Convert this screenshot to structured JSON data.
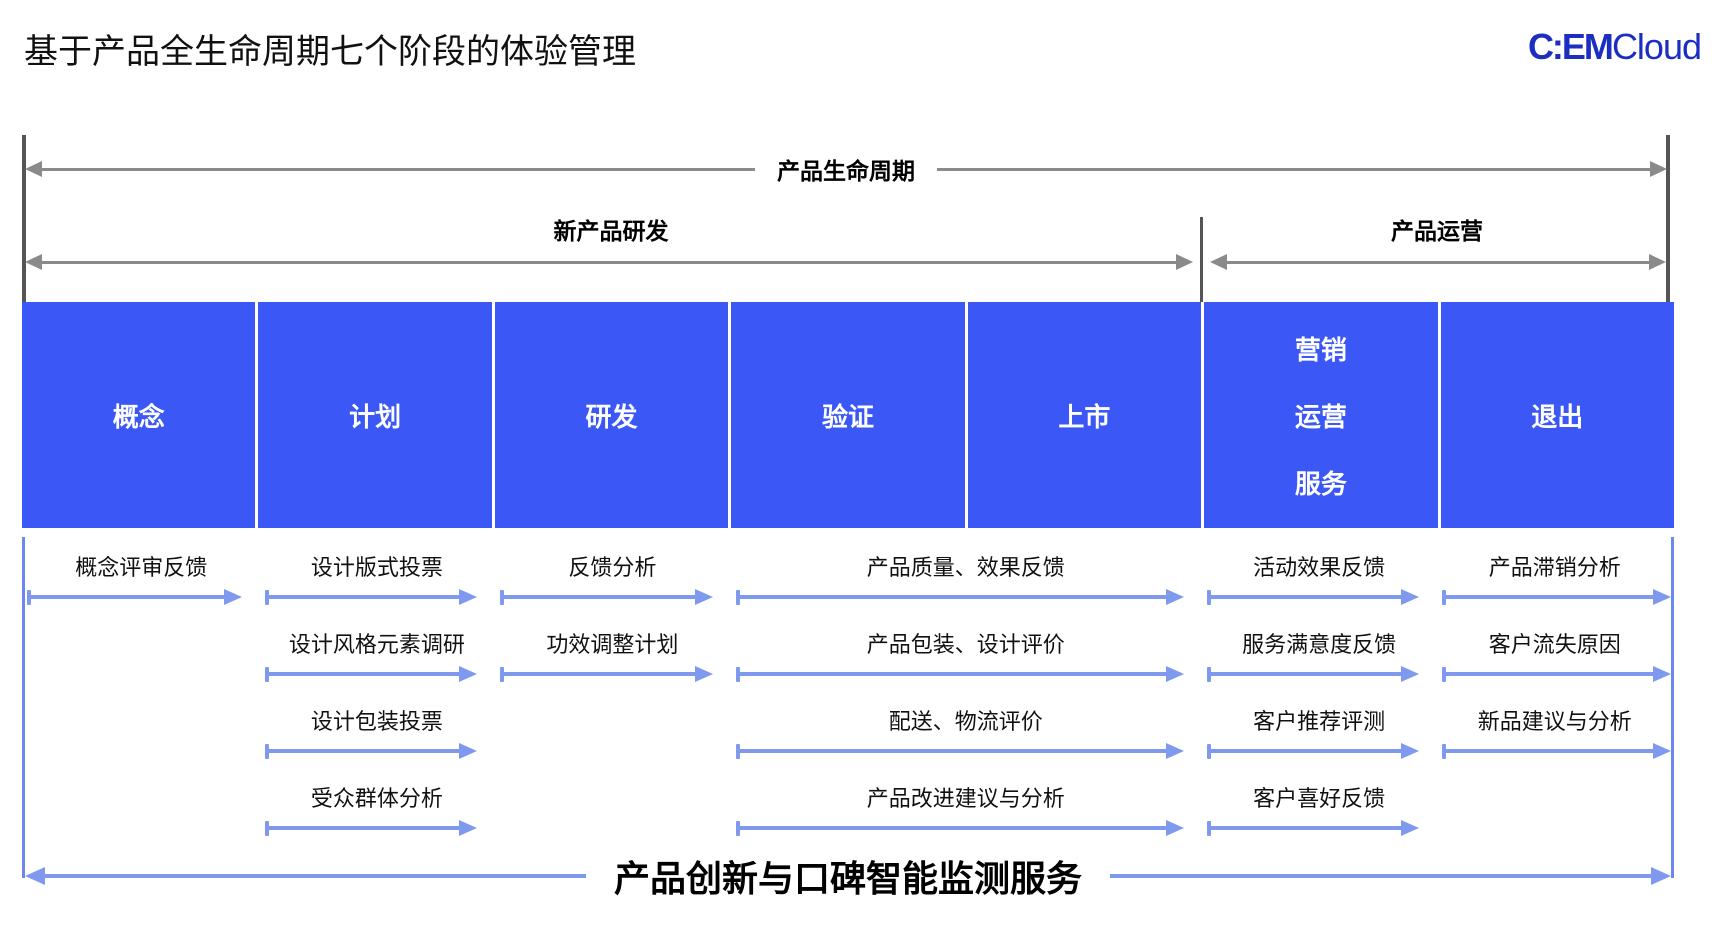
{
  "title": "基于产品全生命周期七个阶段的体验管理",
  "logo": {
    "mark": "C:EM",
    "suffix": "Cloud"
  },
  "timeline": {
    "lifecycle": "产品生命周期",
    "development": "新产品研发",
    "operation": "产品运营"
  },
  "stages": [
    {
      "lines": [
        "概念"
      ]
    },
    {
      "lines": [
        "计划"
      ]
    },
    {
      "lines": [
        "研发"
      ]
    },
    {
      "lines": [
        "验证"
      ]
    },
    {
      "lines": [
        "上市"
      ]
    },
    {
      "lines": [
        "营销",
        "运营",
        "服务"
      ]
    },
    {
      "lines": [
        "退出"
      ]
    }
  ],
  "feedback": {
    "rows": [
      {
        "items": [
          {
            "label": "概念评审反馈",
            "col": 1,
            "span": 1
          },
          {
            "label": "设计版式投票",
            "col": 2,
            "span": 1
          },
          {
            "label": "反馈分析",
            "col": 3,
            "span": 1
          },
          {
            "label": "产品质量、效果反馈",
            "col": 4,
            "span": 2
          },
          {
            "label": "活动效果反馈",
            "col": 6,
            "span": 1
          },
          {
            "label": "产品滞销分析",
            "col": 7,
            "span": 1
          }
        ]
      },
      {
        "items": [
          {
            "label": "设计风格元素调研",
            "col": 2,
            "span": 1
          },
          {
            "label": "功效调整计划",
            "col": 3,
            "span": 1
          },
          {
            "label": "产品包装、设计评价",
            "col": 4,
            "span": 2
          },
          {
            "label": "服务满意度反馈",
            "col": 6,
            "span": 1
          },
          {
            "label": "客户流失原因",
            "col": 7,
            "span": 1
          }
        ]
      },
      {
        "items": [
          {
            "label": "设计包装投票",
            "col": 2,
            "span": 1
          },
          {
            "label": "配送、物流评价",
            "col": 4,
            "span": 2
          },
          {
            "label": "客户推荐评测",
            "col": 6,
            "span": 1
          },
          {
            "label": "新品建议与分析",
            "col": 7,
            "span": 1
          }
        ]
      },
      {
        "items": [
          {
            "label": "受众群体分析",
            "col": 2,
            "span": 1
          },
          {
            "label": "产品改进建议与分析",
            "col": 4,
            "span": 2
          },
          {
            "label": "客户喜好反馈",
            "col": 6,
            "span": 1
          }
        ]
      }
    ]
  },
  "bottom": {
    "label": "产品创新与口碑智能监测服务"
  },
  "colors": {
    "stage_blue": "#3b58f7",
    "arrow_blue": "#7f99ef",
    "line_blue": "#6d88ec",
    "arrow_gray": "#8a8a8a",
    "bar_gray": "#555555",
    "logo_blue": "#1c2dc2"
  }
}
